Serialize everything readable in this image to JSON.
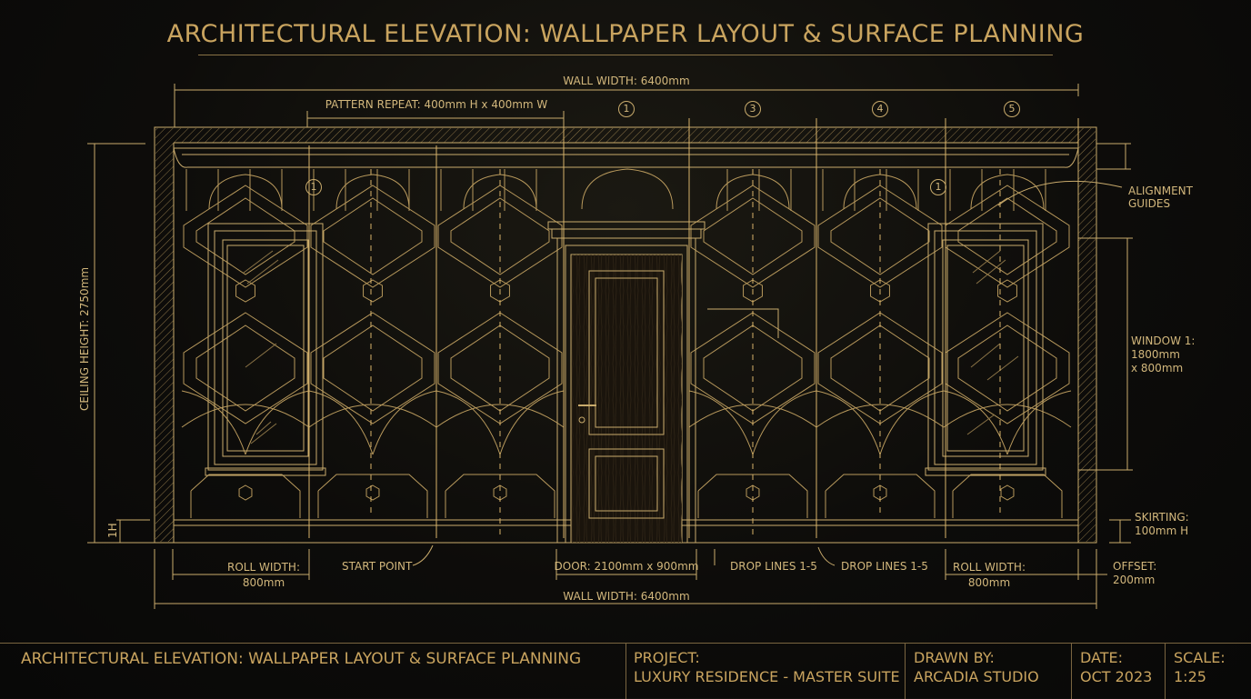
{
  "title": "ARCHITECTURAL ELEVATION: WALLPAPER LAYOUT & SURFACE PLANNING",
  "colors": {
    "line": "#c9ab6c",
    "accent": "#d8b36a",
    "background": "#0d0c0a"
  },
  "dimensions": {
    "wall_width_top": "WALL WIDTH: 6400mm",
    "wall_width_bottom": "WALL WIDTH: 6400mm",
    "pattern_repeat": "PATTERN REPEAT: 400mm H x 400mm W",
    "ceiling_height": "CEILING HEIGHT: 2750mm",
    "skirting_marker": "1H"
  },
  "markers": [
    "1",
    "3",
    "4",
    "5",
    "1",
    "1"
  ],
  "annotations": {
    "alignment_guides": [
      "ALIGNMENT",
      "GUIDES"
    ],
    "window": [
      "WINDOW 1:",
      "1800mm",
      "x 800mm"
    ],
    "skirting": [
      "SKIRTING:",
      "100mm H"
    ],
    "offset": [
      "OFFSET:",
      "200mm"
    ],
    "roll_width_left": [
      "ROLL WIDTH:",
      "800mm"
    ],
    "roll_width_right": [
      "ROLL WIDTH:",
      "800mm"
    ],
    "start_point": "START POINT",
    "door": "DOOR: 2100mm x 900mm",
    "drop_lines_a": "DROP LINES 1-5",
    "drop_lines_b": "DROP LINES 1-5"
  },
  "title_block": {
    "title": "ARCHITECTURAL ELEVATION: WALLPAPER LAYOUT & SURFACE PLANNING",
    "project_label": "PROJECT:",
    "project_value": "LUXURY RESIDENCE - MASTER SUITE",
    "drawn_by_label": "DRAWN BY:",
    "drawn_by_value": "ARCADIA STUDIO",
    "date_label": "DATE:",
    "date_value": "OCT 2023",
    "scale_label": "SCALE:",
    "scale_value": "1:25"
  }
}
